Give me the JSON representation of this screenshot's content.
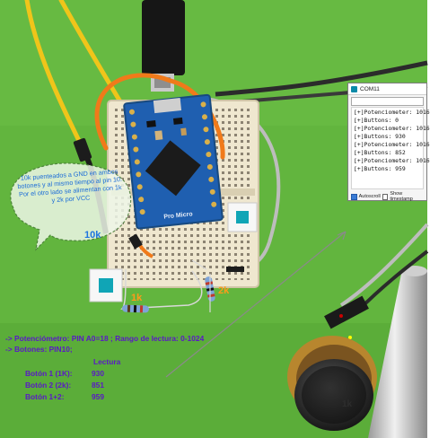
{
  "bubble_text": "10k puenteados a GND en ambos botones y al mismo tiempo al pin 10. Por el otro lado se alimentan con 1k y 2k por VCC",
  "labels": {
    "resistor_10k": "10k",
    "resistor_1k": "1k",
    "resistor_2k": "2k",
    "potentiometer": "1k",
    "board": "Pro Micro"
  },
  "notes": {
    "potentiometer": "-> Potenciómetro: PIN A0=18 ; Rango de lectura: 0-1024",
    "buttons": "-> Botones: PIN10;",
    "column_header": "Lectura",
    "rows": [
      {
        "name": "Botón 1 (1K):",
        "value": "930"
      },
      {
        "name": "Botón 2 (2k):",
        "value": "851"
      },
      {
        "name": "Botón 1+2:",
        "value": "959"
      }
    ]
  },
  "serial_monitor": {
    "title": "COM11",
    "lines": [
      "[+]Potenciometer: 1016",
      "[+]Buttons: 0",
      "[+]Potenciometer: 1016",
      "[+]Buttons: 930",
      "[+]Potenciometer: 1016",
      "[+]Buttons: 852",
      "[+]Potenciometer: 1016",
      "[+]Buttons: 959"
    ],
    "autoscroll_label": "Autoscroll",
    "timestamp_label": "Show timestamp"
  },
  "colors": {
    "background": "#62b53e",
    "breadboard": "#efe7cf",
    "board_blue": "#1f5fb0",
    "wire_orange": "#f07a1a",
    "wire_yellow": "#f0c51a",
    "note_purple": "#5a18c7",
    "label_orange": "#ff9a1a",
    "label_blue": "#1e74e0"
  },
  "icons": [
    "usb-cable",
    "pushbutton",
    "potentiometer-knob",
    "resistor",
    "arrow"
  ]
}
